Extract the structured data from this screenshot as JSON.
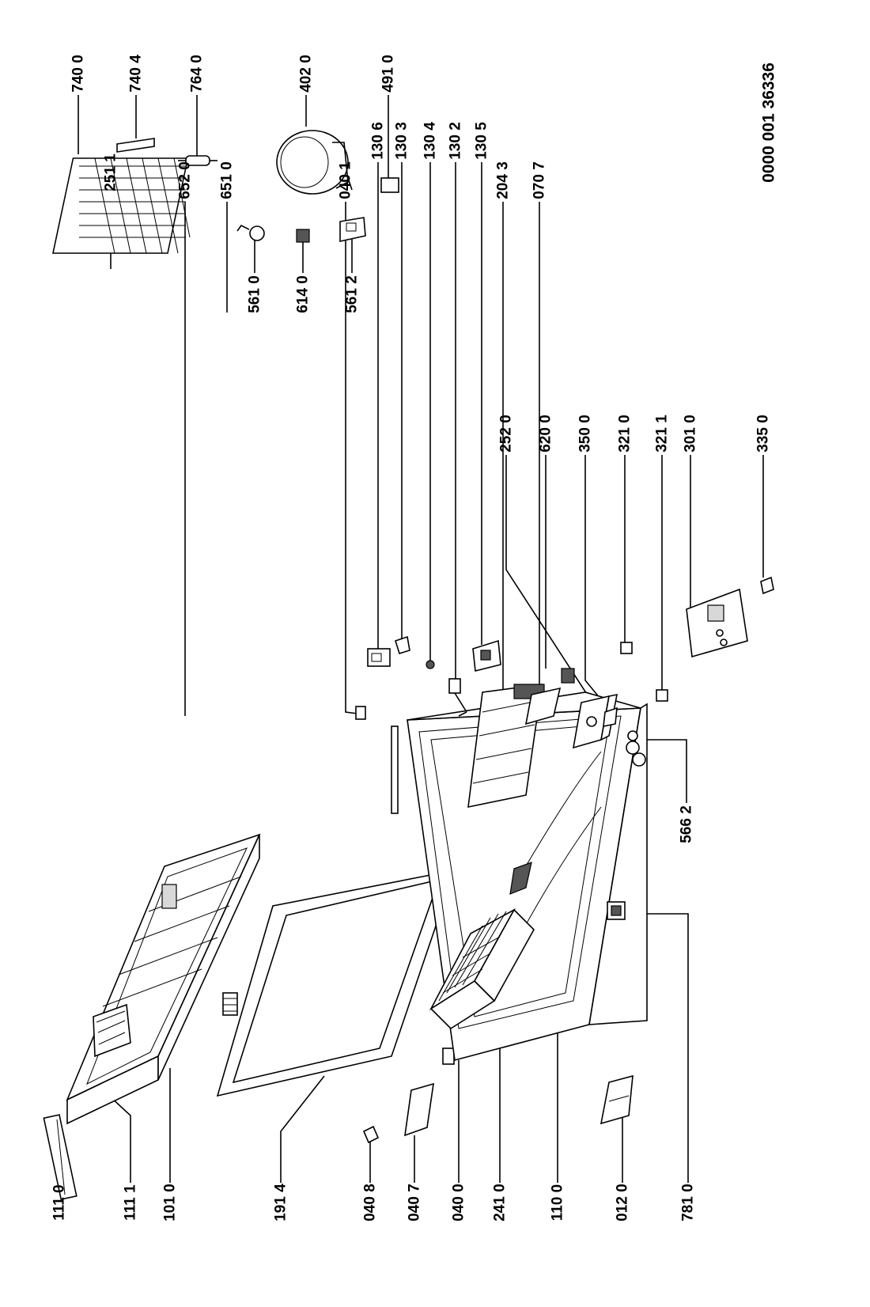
{
  "document_id": "0000 001 36336",
  "part_labels": [
    "111 0",
    "111 1",
    "101 0",
    "191 4",
    "040 8",
    "040 7",
    "040 0",
    "241 0",
    "110 0",
    "012 0",
    "781 0",
    "251 1",
    "652 0",
    "651 0",
    "040 1",
    "204 3",
    "070 7",
    "130 6",
    "130 3",
    "130 4",
    "130 2",
    "130 5",
    "252 0",
    "620 0",
    "350 0",
    "321 0",
    "321 1",
    "566 2",
    "301 0",
    "335 0",
    "561 0",
    "614 0",
    "561 2",
    "740 0",
    "740 4",
    "764 0",
    "402 0",
    "491 0"
  ]
}
